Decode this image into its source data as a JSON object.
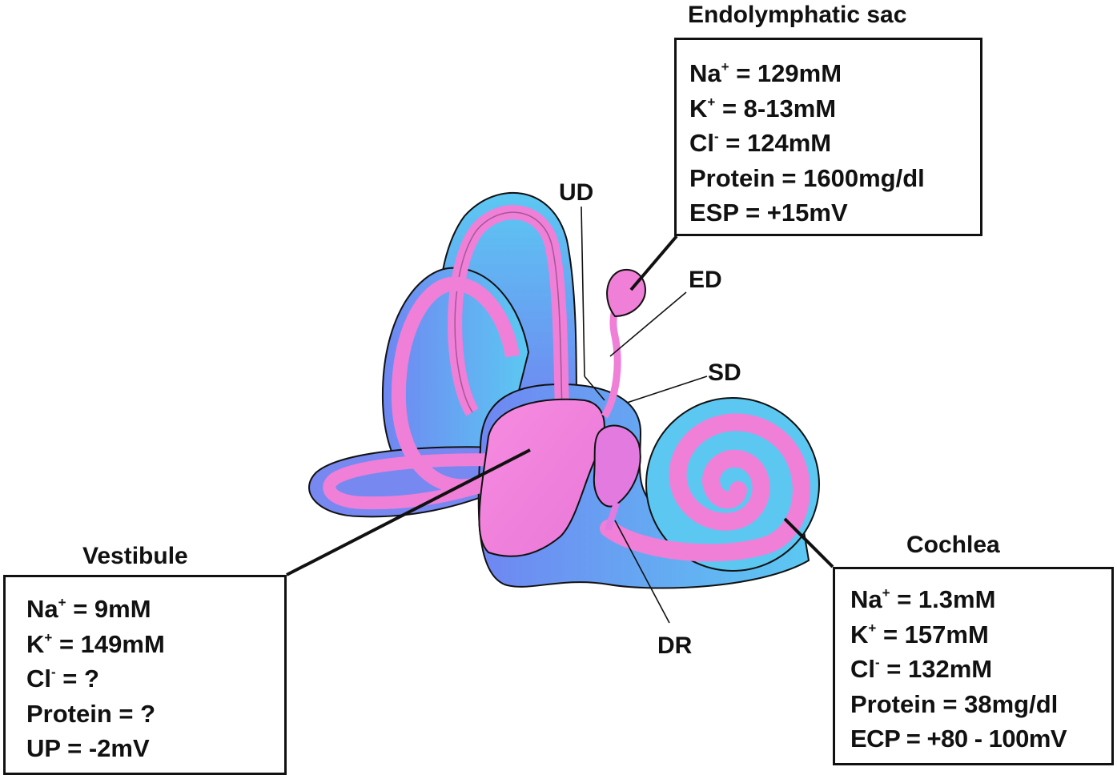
{
  "colors": {
    "endolymph": "#f07fd8",
    "perilymph_blue": "#6f86f2",
    "perilymph_cyan": "#5cc8f2",
    "outline": "#111111"
  },
  "structure_labels": {
    "ud": "UD",
    "ed": "ED",
    "sd": "SD",
    "dr": "DR"
  },
  "boxes": {
    "endolymphatic_sac": {
      "title": "Endolymphatic sac",
      "rows": [
        {
          "name": "Na",
          "sup": "+",
          "value": " = 129mM"
        },
        {
          "name": "K",
          "sup": "+",
          "value": " = 8-13mM"
        },
        {
          "name": "Cl",
          "sup": "-",
          "value": " = 124mM"
        },
        {
          "name": "Protein = 1600mg/dl",
          "sup": "",
          "value": ""
        },
        {
          "name": "ESP = +15mV",
          "sup": "",
          "value": ""
        }
      ]
    },
    "vestibule": {
      "title": "Vestibule",
      "rows": [
        {
          "name": "Na",
          "sup": "+",
          "value": " = 9mM"
        },
        {
          "name": "K",
          "sup": "+",
          "value": " = 149mM"
        },
        {
          "name": "Cl",
          "sup": "-",
          "value": " = ?"
        },
        {
          "name": "Protein = ?",
          "sup": "",
          "value": ""
        },
        {
          "name": "UP = -2mV",
          "sup": "",
          "value": ""
        }
      ]
    },
    "cochlea": {
      "title": "Cochlea",
      "rows": [
        {
          "name": "Na",
          "sup": "+",
          "value": " = 1.3mM"
        },
        {
          "name": "K",
          "sup": "+",
          "value": " = 157mM"
        },
        {
          "name": "Cl",
          "sup": "-",
          "value": " = 132mM"
        },
        {
          "name": "Protein = 38mg/dl",
          "sup": "",
          "value": ""
        },
        {
          "name": "ECP = +80 - 100mV",
          "sup": "",
          "value": ""
        }
      ]
    }
  }
}
